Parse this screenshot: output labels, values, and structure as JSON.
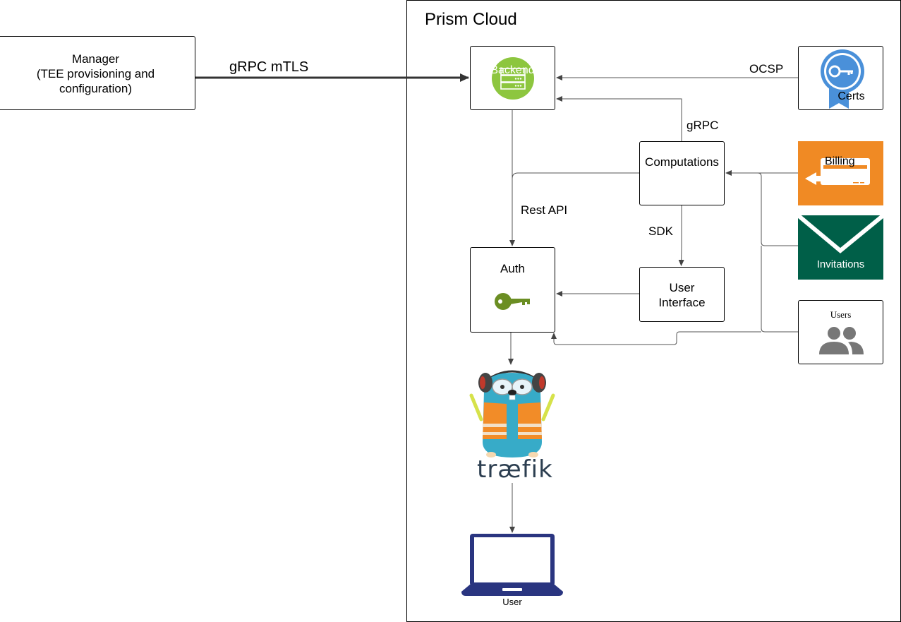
{
  "cloud": {
    "title": "Prism Cloud"
  },
  "manager": {
    "line1": "Manager",
    "line2": "(TEE provisioning and",
    "line3": "configuration)"
  },
  "edges": {
    "grpc_mtls": "gRPC mTLS",
    "ocsp": "OCSP",
    "grpc": "gRPC",
    "rest_api": "Rest API",
    "sdk": "SDK"
  },
  "nodes": {
    "backend": "Backend",
    "certs": "Certs",
    "computations": "Computations",
    "billing": "Billing",
    "invitations": "Invitations",
    "users": "Users",
    "auth": "Auth",
    "ui_line1": "User",
    "ui_line2": "Interface",
    "traefik": "træfik",
    "user": "User"
  },
  "colors": {
    "backend_green": "#8dc63f",
    "billing_orange": "#f08a24",
    "invitations_green": "#005f48",
    "certs_blue": "#4a90d9",
    "key_green": "#6b8e23",
    "laptop_navy": "#2a3580",
    "traefik_blue": "#37abc8",
    "line_gray": "#555555"
  }
}
